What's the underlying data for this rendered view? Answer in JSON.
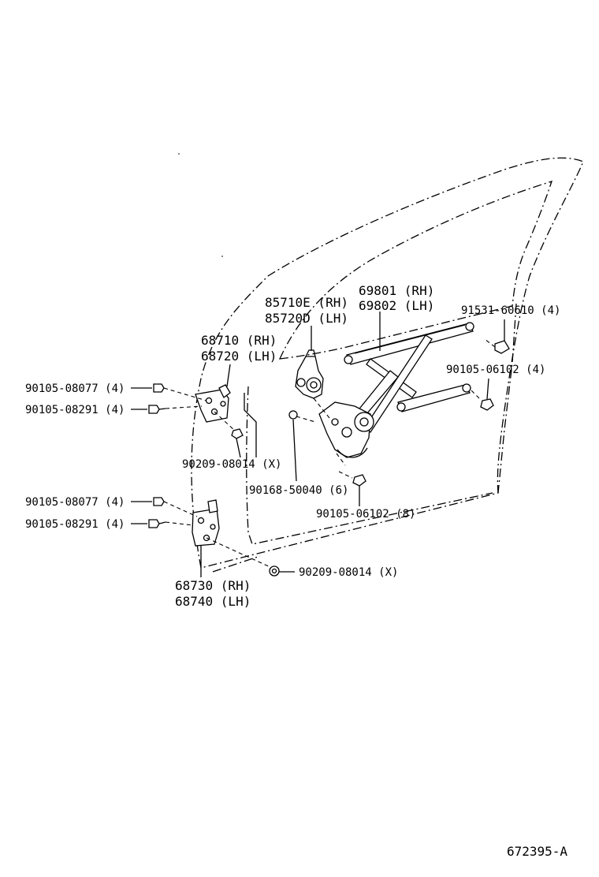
{
  "diagram": {
    "footer_code": "672395-A",
    "labels": {
      "regulator_rh": "69801 (RH)",
      "regulator_lh": "69802 (LH)",
      "motor_rh": "85710E (RH)",
      "motor_lh": "85720D (LH)",
      "upper_hinge_rh": "68710 (RH)",
      "upper_hinge_lh": "68720 (LH)",
      "bolt_upper_1": "90105-08077 (4)",
      "bolt_upper_2": "90105-08291 (4)",
      "nut_upper": "90209-08014 (X)",
      "clip_top_right": "91531-60610 (4)",
      "bolt_right": "90105-06102 (4)",
      "bolt_mid": "90168-50040 (6)",
      "bolt_lower_center": "90105-06102 (8)",
      "bolt_lower_1": "90105-08077 (4)",
      "bolt_lower_2": "90105-08291 (4)",
      "nut_lower": "90209-08014 (X)",
      "lower_hinge_rh": "68730 (RH)",
      "lower_hinge_lh": "68740 (LH)"
    }
  }
}
